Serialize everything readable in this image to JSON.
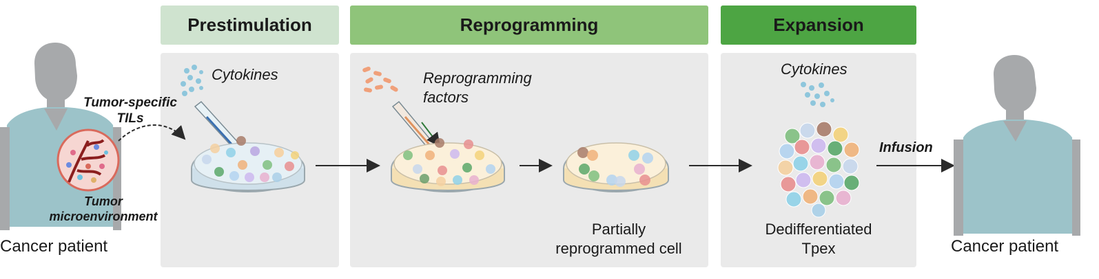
{
  "colors": {
    "prestim_header": "#cfe3cf",
    "reprog_header": "#8fc47a",
    "expansion_header": "#4da543",
    "panel_bg": "#eaeaea",
    "patient": "#a7a9ab",
    "scrubs": "#9cc3c9",
    "arrow": "#2b2b2b"
  },
  "left": {
    "patient_label": "Cancer patient",
    "tils_label_1": "Tumor-specific",
    "tils_label_2": "TILs",
    "tme_label_1": "Tumor",
    "tme_label_2": "microenvironment"
  },
  "right": {
    "patient_label": "Cancer patient",
    "infusion_label": "Infusion"
  },
  "stages": {
    "prestimulation": {
      "title": "Prestimulation",
      "reagent": "Cytokines"
    },
    "reprogramming": {
      "title": "Reprogramming",
      "reagent_1": "Reprogramming",
      "reagent_2": "factors",
      "caption_1": "Partially",
      "caption_2": "reprogrammed cell"
    },
    "expansion": {
      "title": "Expansion",
      "reagent": "Cytokines",
      "caption_1": "Dedifferentiated",
      "caption_2": "Tpex"
    }
  }
}
